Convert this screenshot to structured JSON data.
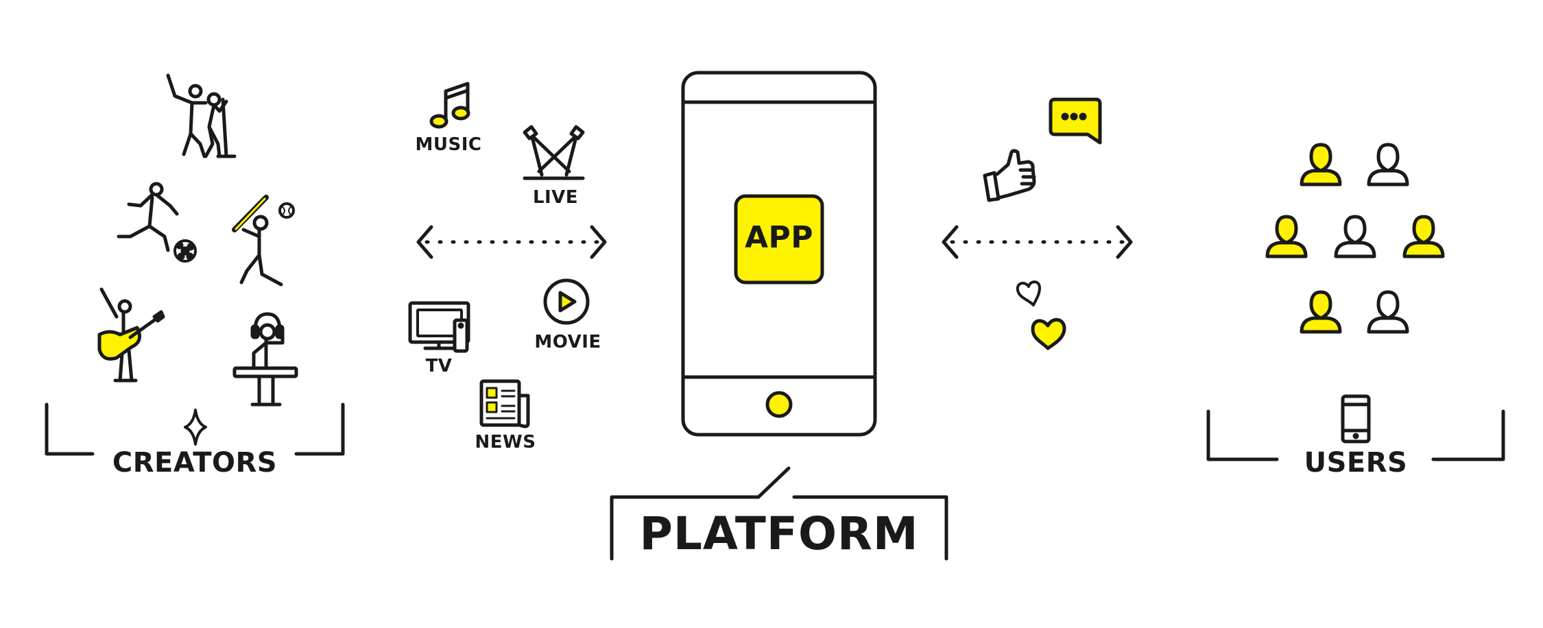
{
  "colors": {
    "ink": "#1a1a1a",
    "accent": "#fff200",
    "background": "#ffffff"
  },
  "creators": {
    "label": "CREATORS",
    "icons": [
      "singers-icon",
      "soccer-player-icon",
      "baseball-batter-icon",
      "guitarist-icon",
      "dj-icon",
      "sparkle-icon"
    ]
  },
  "content": {
    "items": [
      {
        "label": "MUSIC",
        "icon": "music-note-icon"
      },
      {
        "label": "LIVE",
        "icon": "stage-lights-icon"
      },
      {
        "label": "TV",
        "icon": "tv-icon"
      },
      {
        "label": "MOVIE",
        "icon": "play-circle-icon"
      },
      {
        "label": "NEWS",
        "icon": "newspaper-icon"
      }
    ]
  },
  "platform": {
    "label": "PLATFORM",
    "app_label": "APP",
    "icons": [
      "smartphone-icon",
      "home-button-icon"
    ]
  },
  "engagement": {
    "icons": [
      "chat-bubble-icon",
      "thumbs-up-icon",
      "heart-outline-icon",
      "heart-filled-icon"
    ]
  },
  "users": {
    "label": "USERS",
    "icons": [
      "user-icon",
      "mobile-phone-icon"
    ],
    "highlighted_count": 4,
    "total_count": 7
  }
}
